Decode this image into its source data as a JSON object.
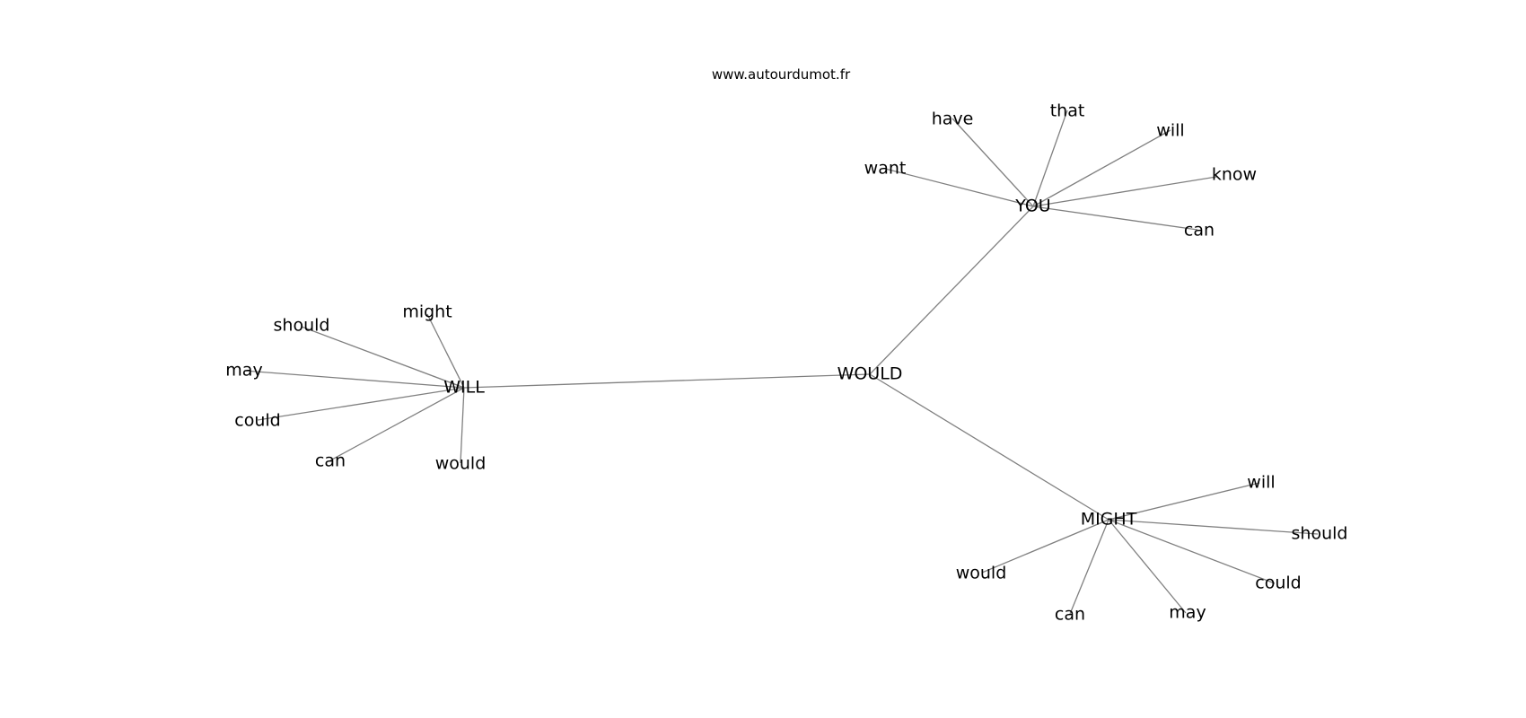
{
  "credit": "www.autourdumot.fr",
  "graph": {
    "hubs": {
      "would": "WOULD",
      "will": "WILL",
      "you": "YOU",
      "might": "MIGHT"
    },
    "leaves": {
      "will": [
        "might",
        "should",
        "may",
        "could",
        "can",
        "would"
      ],
      "you": [
        "have",
        "that",
        "want",
        "will",
        "know",
        "can"
      ],
      "might": [
        "will",
        "should",
        "could",
        "may",
        "can",
        "would"
      ]
    }
  }
}
